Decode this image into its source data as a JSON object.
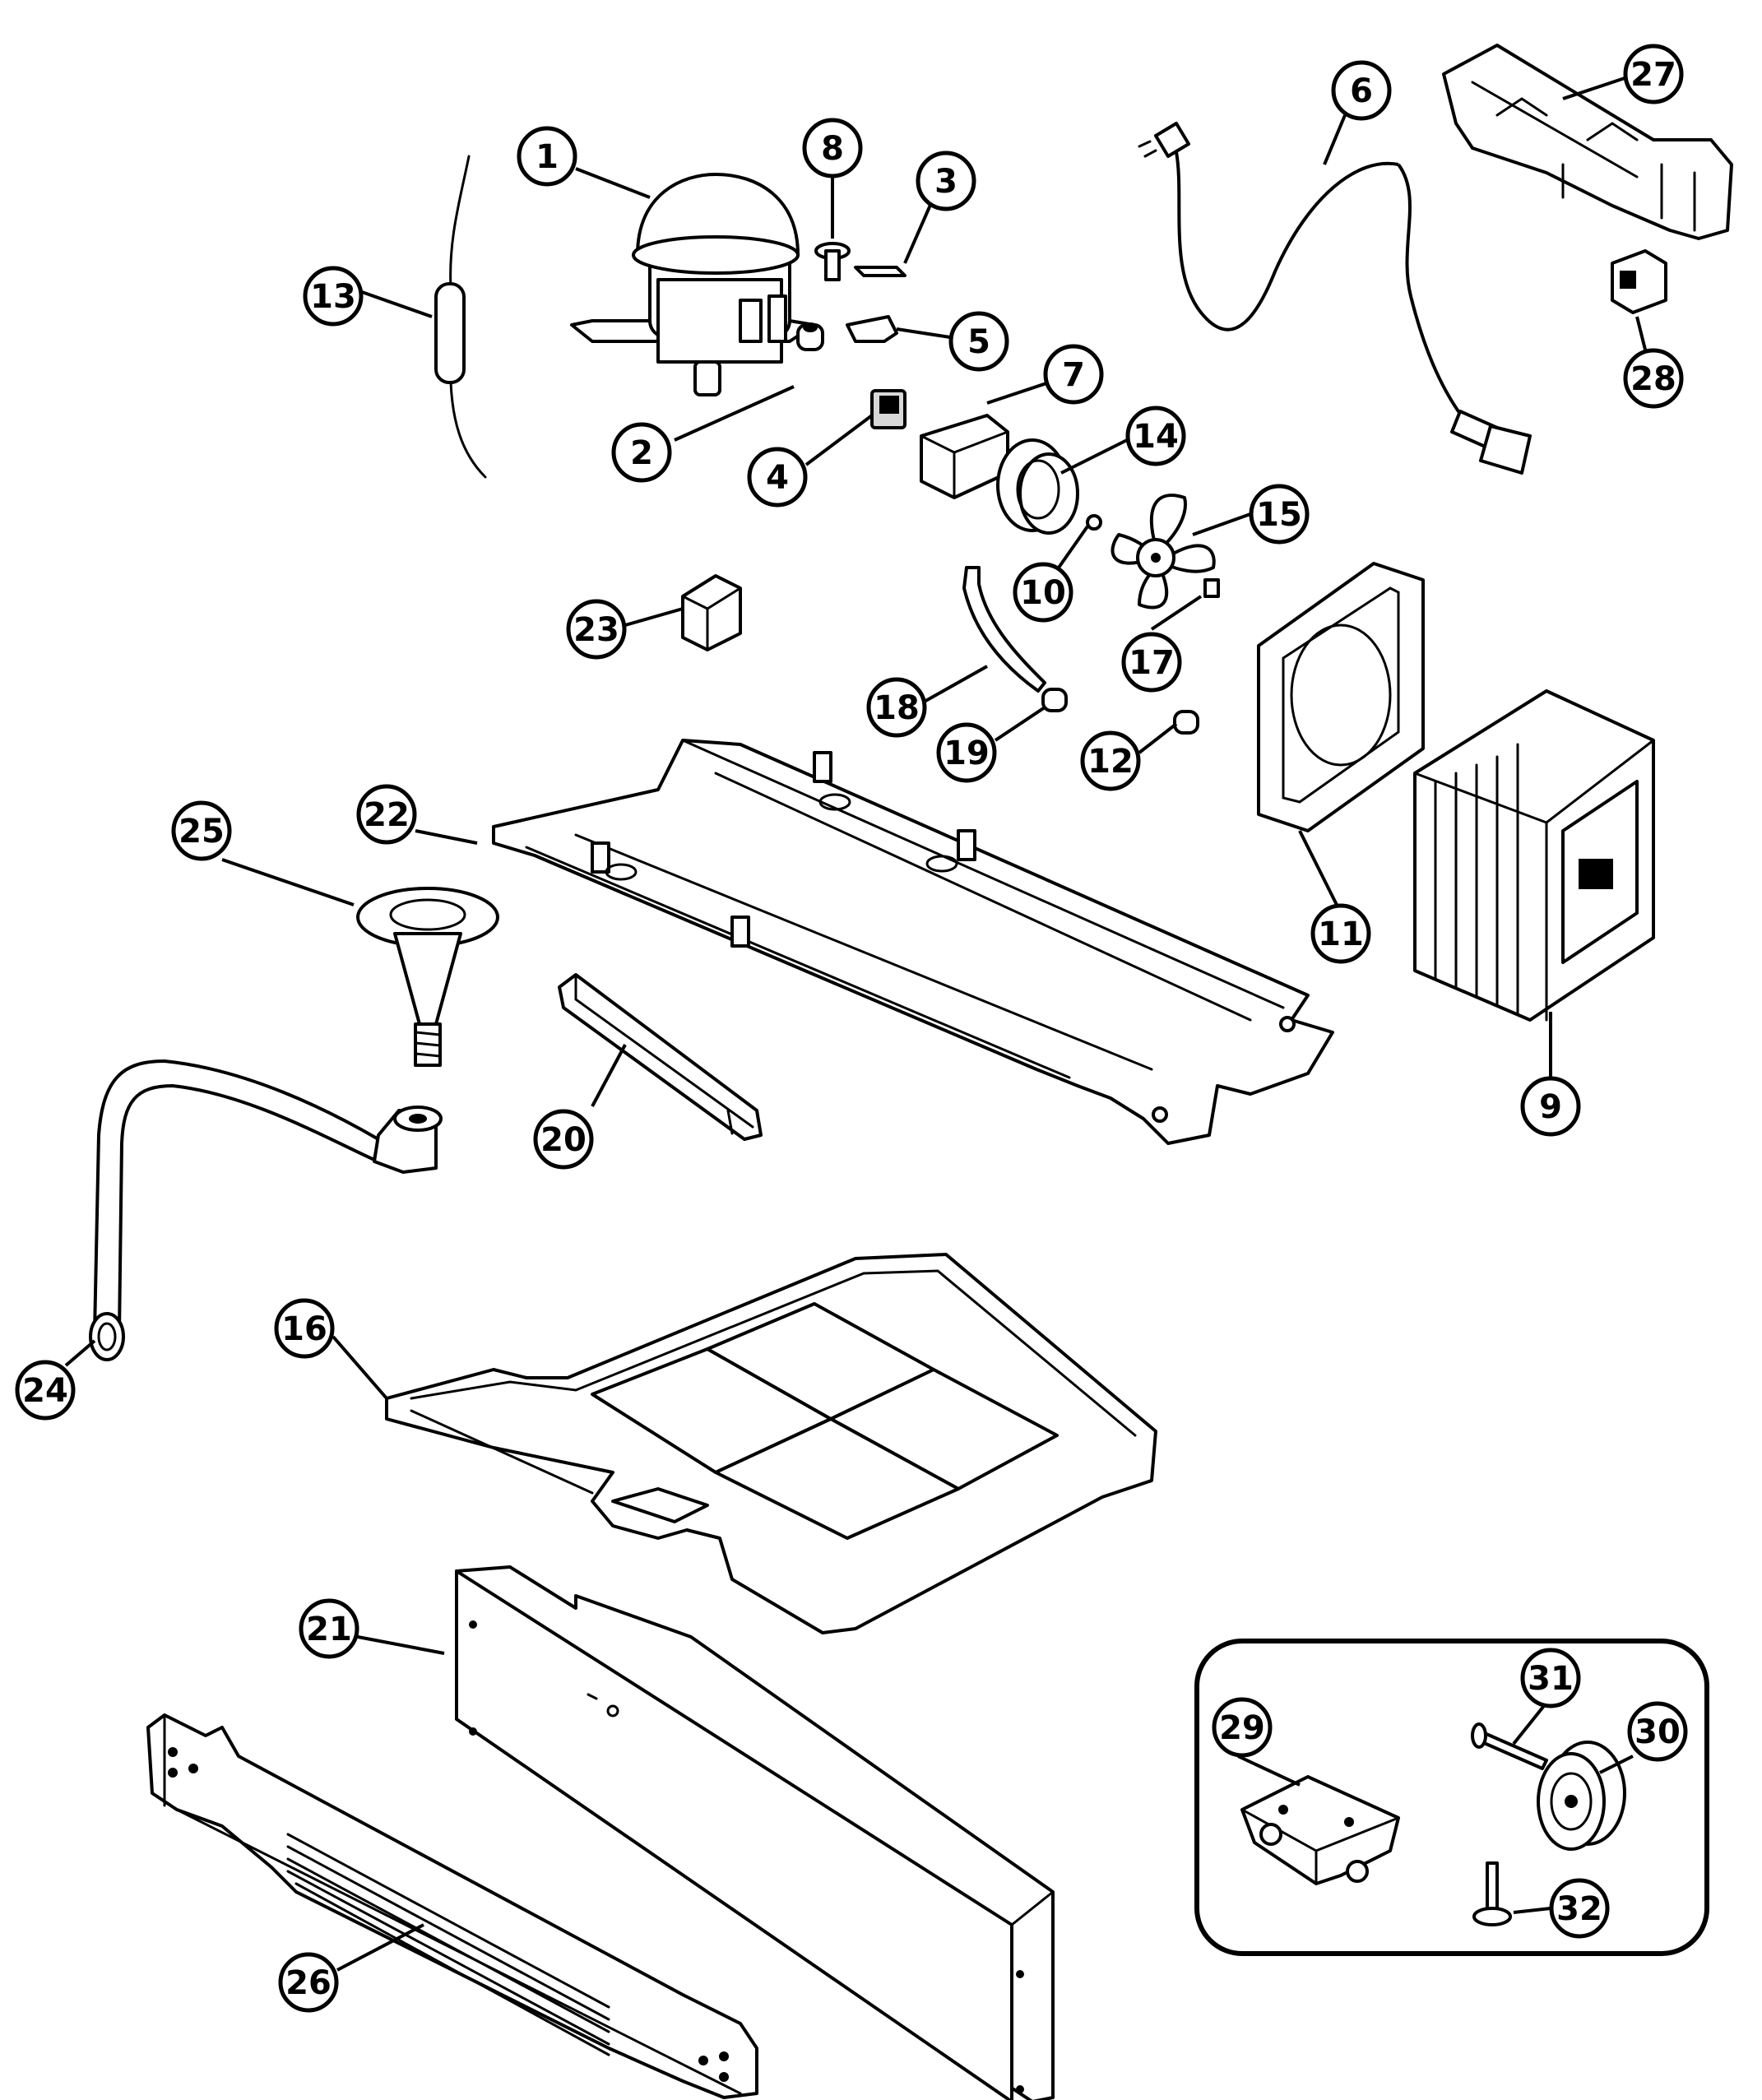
{
  "diagram": {
    "type": "exploded-parts-diagram",
    "callouts": [
      {
        "label": "1"
      },
      {
        "label": "2"
      },
      {
        "label": "3"
      },
      {
        "label": "4"
      },
      {
        "label": "5"
      },
      {
        "label": "6"
      },
      {
        "label": "7"
      },
      {
        "label": "8"
      },
      {
        "label": "9"
      },
      {
        "label": "10"
      },
      {
        "label": "11"
      },
      {
        "label": "12"
      },
      {
        "label": "13"
      },
      {
        "label": "14"
      },
      {
        "label": "15"
      },
      {
        "label": "16"
      },
      {
        "label": "17"
      },
      {
        "label": "18"
      },
      {
        "label": "19"
      },
      {
        "label": "20"
      },
      {
        "label": "21"
      },
      {
        "label": "22"
      },
      {
        "label": "23"
      },
      {
        "label": "24"
      },
      {
        "label": "25"
      },
      {
        "label": "26"
      },
      {
        "label": "27"
      },
      {
        "label": "28"
      },
      {
        "label": "29"
      },
      {
        "label": "30"
      },
      {
        "label": "31"
      },
      {
        "label": "32"
      }
    ]
  },
  "colors": {
    "line": "#000000",
    "background": "#ffffff"
  }
}
